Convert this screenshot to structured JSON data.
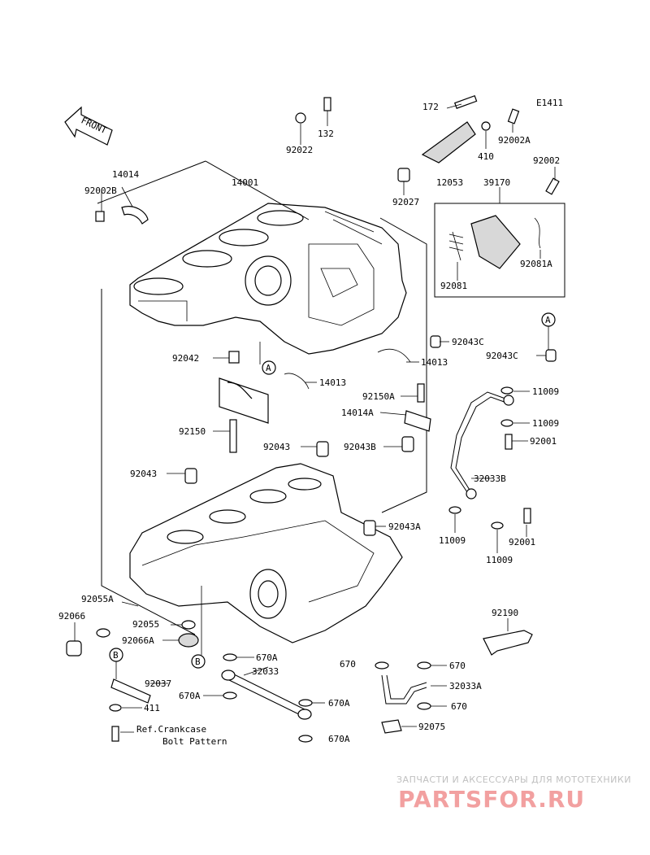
{
  "diagram": {
    "code": "E1411",
    "front_label": "FRONT",
    "ref_note": {
      "line1": "Ref.Crankcase",
      "line2": "Bolt Pattern"
    },
    "callouts": {
      "a": "A",
      "b": "B"
    },
    "labels": [
      {
        "id": "172",
        "text": "172"
      },
      {
        "id": "132",
        "text": "132"
      },
      {
        "id": "92022",
        "text": "92022"
      },
      {
        "id": "92002A",
        "text": "92002A"
      },
      {
        "id": "410",
        "text": "410"
      },
      {
        "id": "92002",
        "text": "92002"
      },
      {
        "id": "12053",
        "text": "12053"
      },
      {
        "id": "39170",
        "text": "39170"
      },
      {
        "id": "92027",
        "text": "92027"
      },
      {
        "id": "92081A",
        "text": "92081A"
      },
      {
        "id": "92081",
        "text": "92081"
      },
      {
        "id": "14014",
        "text": "14014"
      },
      {
        "id": "92002B",
        "text": "92002B"
      },
      {
        "id": "14001",
        "text": "14001"
      },
      {
        "id": "92043C-1",
        "text": "92043C"
      },
      {
        "id": "92043C-2",
        "text": "92043C"
      },
      {
        "id": "14013-1",
        "text": "14013"
      },
      {
        "id": "14013-2",
        "text": "14013"
      },
      {
        "id": "92042",
        "text": "92042"
      },
      {
        "id": "92150A",
        "text": "92150A"
      },
      {
        "id": "14014A",
        "text": "14014A"
      },
      {
        "id": "11009-1",
        "text": "11009"
      },
      {
        "id": "11009-2",
        "text": "11009"
      },
      {
        "id": "92001-1",
        "text": "92001"
      },
      {
        "id": "92150",
        "text": "92150"
      },
      {
        "id": "92043",
        "text": "92043"
      },
      {
        "id": "92043B",
        "text": "92043B"
      },
      {
        "id": "92043-2",
        "text": "92043"
      },
      {
        "id": "32033B",
        "text": "32033B"
      },
      {
        "id": "92043A",
        "text": "92043A"
      },
      {
        "id": "11009-3",
        "text": "11009"
      },
      {
        "id": "92001-2",
        "text": "92001"
      },
      {
        "id": "11009-4",
        "text": "11009"
      },
      {
        "id": "92055A",
        "text": "92055A"
      },
      {
        "id": "92066",
        "text": "92066"
      },
      {
        "id": "92055",
        "text": "92055"
      },
      {
        "id": "92066A",
        "text": "92066A"
      },
      {
        "id": "92190",
        "text": "92190"
      },
      {
        "id": "670A-1",
        "text": "670A"
      },
      {
        "id": "670-1",
        "text": "670"
      },
      {
        "id": "670-2",
        "text": "670"
      },
      {
        "id": "32033",
        "text": "32033"
      },
      {
        "id": "32033A",
        "text": "32033A"
      },
      {
        "id": "92037",
        "text": "92037"
      },
      {
        "id": "670A-2",
        "text": "670A"
      },
      {
        "id": "670A-3",
        "text": "670A"
      },
      {
        "id": "670-3",
        "text": "670"
      },
      {
        "id": "411",
        "text": "411"
      },
      {
        "id": "92075",
        "text": "92075"
      },
      {
        "id": "670A-4",
        "text": "670A"
      }
    ]
  },
  "watermark": {
    "tagline": "ЗАПЧАСТИ И АКСЕССУАРЫ ДЛЯ МОТОТЕХНИКИ",
    "brand": "PARTSFOR.RU",
    "brand_color": "#f2a0a0"
  }
}
